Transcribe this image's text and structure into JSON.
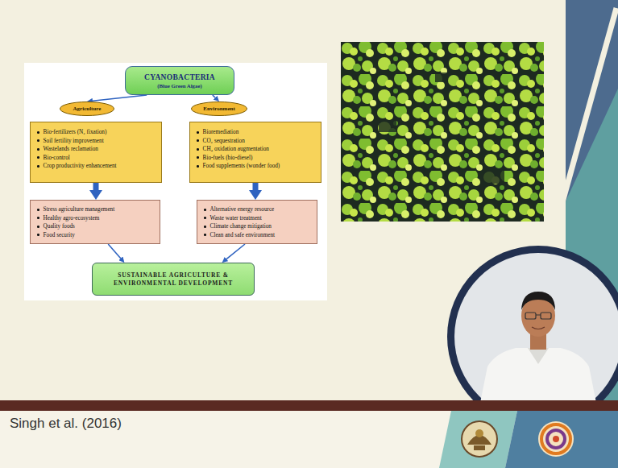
{
  "diagram": {
    "nodes": [
      {
        "text": [
          "CYANOBACTERIA",
          "(Blue Green Algae)"
        ]
      },
      {
        "text": [
          "Agriculture"
        ]
      },
      {
        "text": [
          "Environment"
        ]
      },
      {
        "text": [
          "Bio-fertilizers (N₂ fixation)",
          "Soil fertility improvement",
          "Wastelands reclamation",
          "Bio-control",
          "Crop productivity enhancement"
        ]
      },
      {
        "text": [
          "Bioremediation",
          "CO₂ sequestration",
          "CH₄ oxidation augmentation",
          "Bio-fuels (bio-diesel)",
          "Food supplements (wonder food)"
        ]
      },
      {
        "text": [
          "Stress agriculture management",
          "Healthy agro-ecosystem",
          "Quality foods",
          "Food security"
        ]
      },
      {
        "text": [
          "Alternative energy resource",
          "Waste water treatment",
          "Climate change mitigation",
          "Clean and safe environment"
        ]
      },
      {
        "text": [
          "SUSTAINABLE AGRICULTURE & ENVIRONMENTAL DEVELOPMENT"
        ]
      }
    ],
    "edges": [
      {
        "from": 0,
        "to": 1,
        "arrow": "to"
      },
      {
        "from": 0,
        "to": 2,
        "arrow": "to"
      },
      {
        "from": 3,
        "to": 5,
        "arrow": "to"
      },
      {
        "from": 4,
        "to": 6,
        "arrow": "to"
      },
      {
        "from": 5,
        "to": 7,
        "arrow": "to"
      },
      {
        "from": 6,
        "to": 7,
        "arrow": "to"
      }
    ],
    "labels": [
      "Singh et al. (2016)"
    ]
  }
}
